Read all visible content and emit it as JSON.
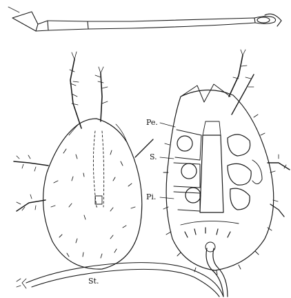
{
  "figure": {
    "labels": {
      "pe": "Pe.",
      "s": "S.",
      "pi": "Pi.",
      "st": "St."
    }
  }
}
